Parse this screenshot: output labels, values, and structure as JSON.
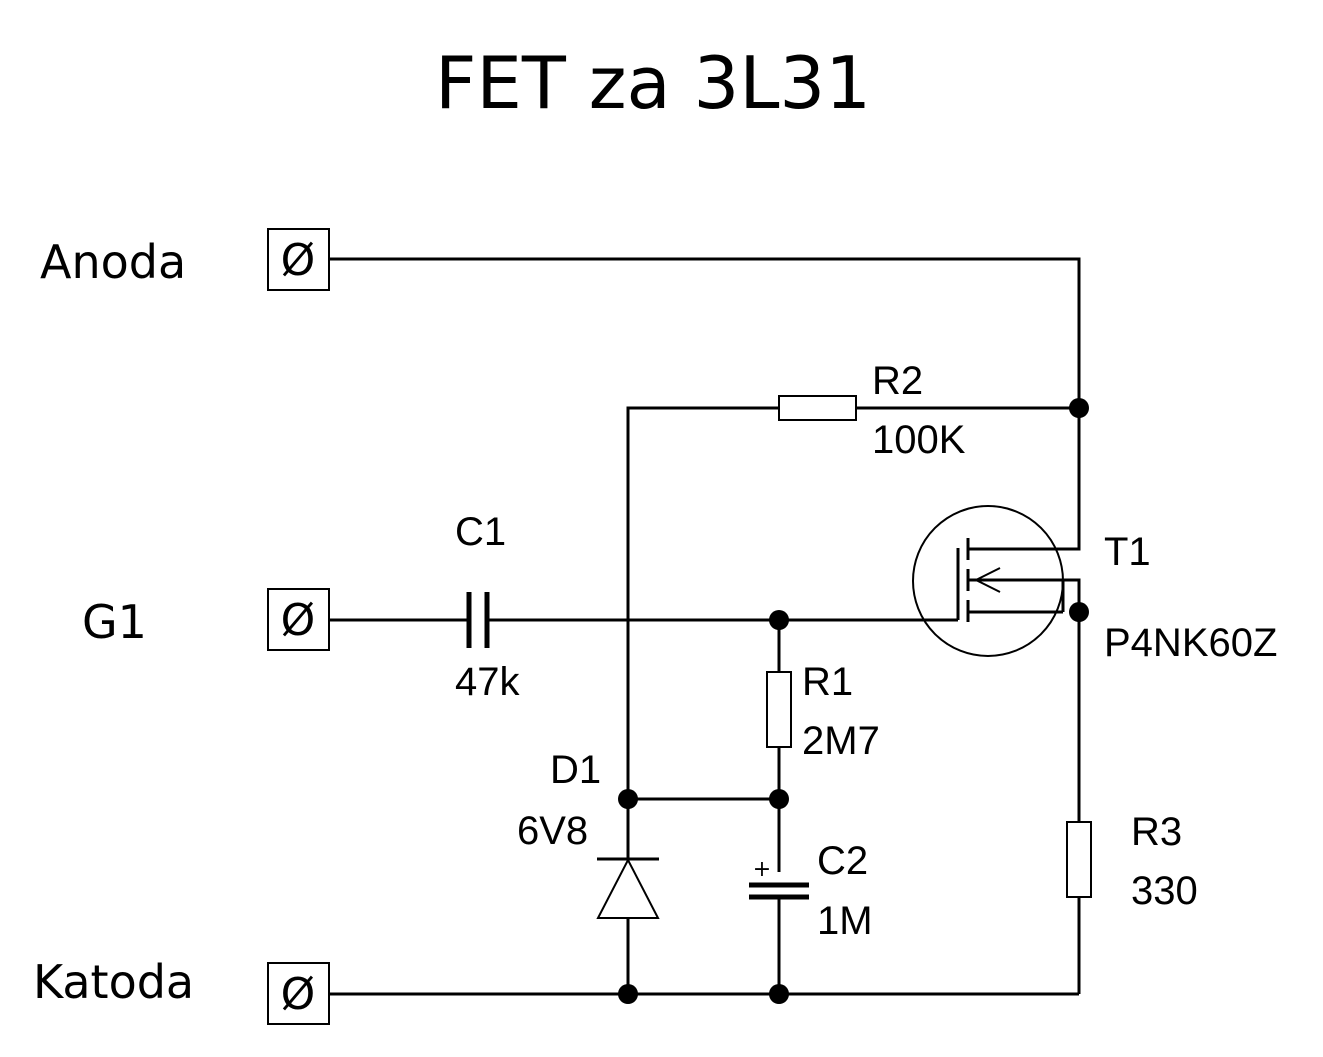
{
  "title": "FET za 3L31",
  "terminals": {
    "anode": "Anoda",
    "g1": "G1",
    "cathode": "Katoda",
    "symbol": "Ø"
  },
  "components": {
    "R2": {
      "ref": "R2",
      "value": "100K"
    },
    "C1": {
      "ref": "C1",
      "value": "47k"
    },
    "R1": {
      "ref": "R1",
      "value": "2M7"
    },
    "D1": {
      "ref": "D1",
      "value": "6V8"
    },
    "C2": {
      "ref": "C2",
      "value": "1M",
      "polarity": "+"
    },
    "R3": {
      "ref": "R3",
      "value": "330"
    },
    "T1": {
      "ref": "T1",
      "value": "P4NK60Z"
    }
  }
}
